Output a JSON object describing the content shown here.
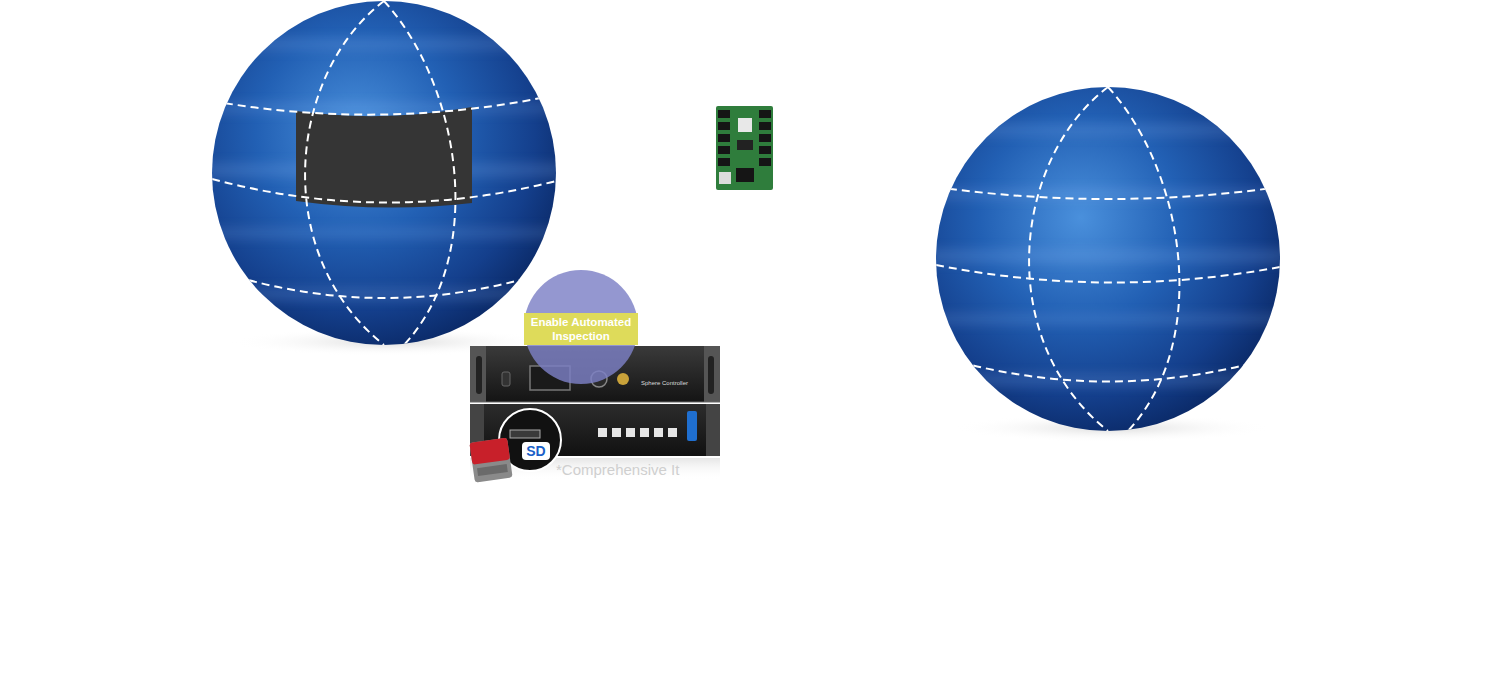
{
  "diagram": {
    "nodes": [
      {
        "text": [
          "Enable Automated Inspection"
        ]
      },
      {
        "text": [
          "SD"
        ]
      }
    ],
    "labels": [
      "*Comprehensive It",
      "Sphere Controller"
    ]
  }
}
